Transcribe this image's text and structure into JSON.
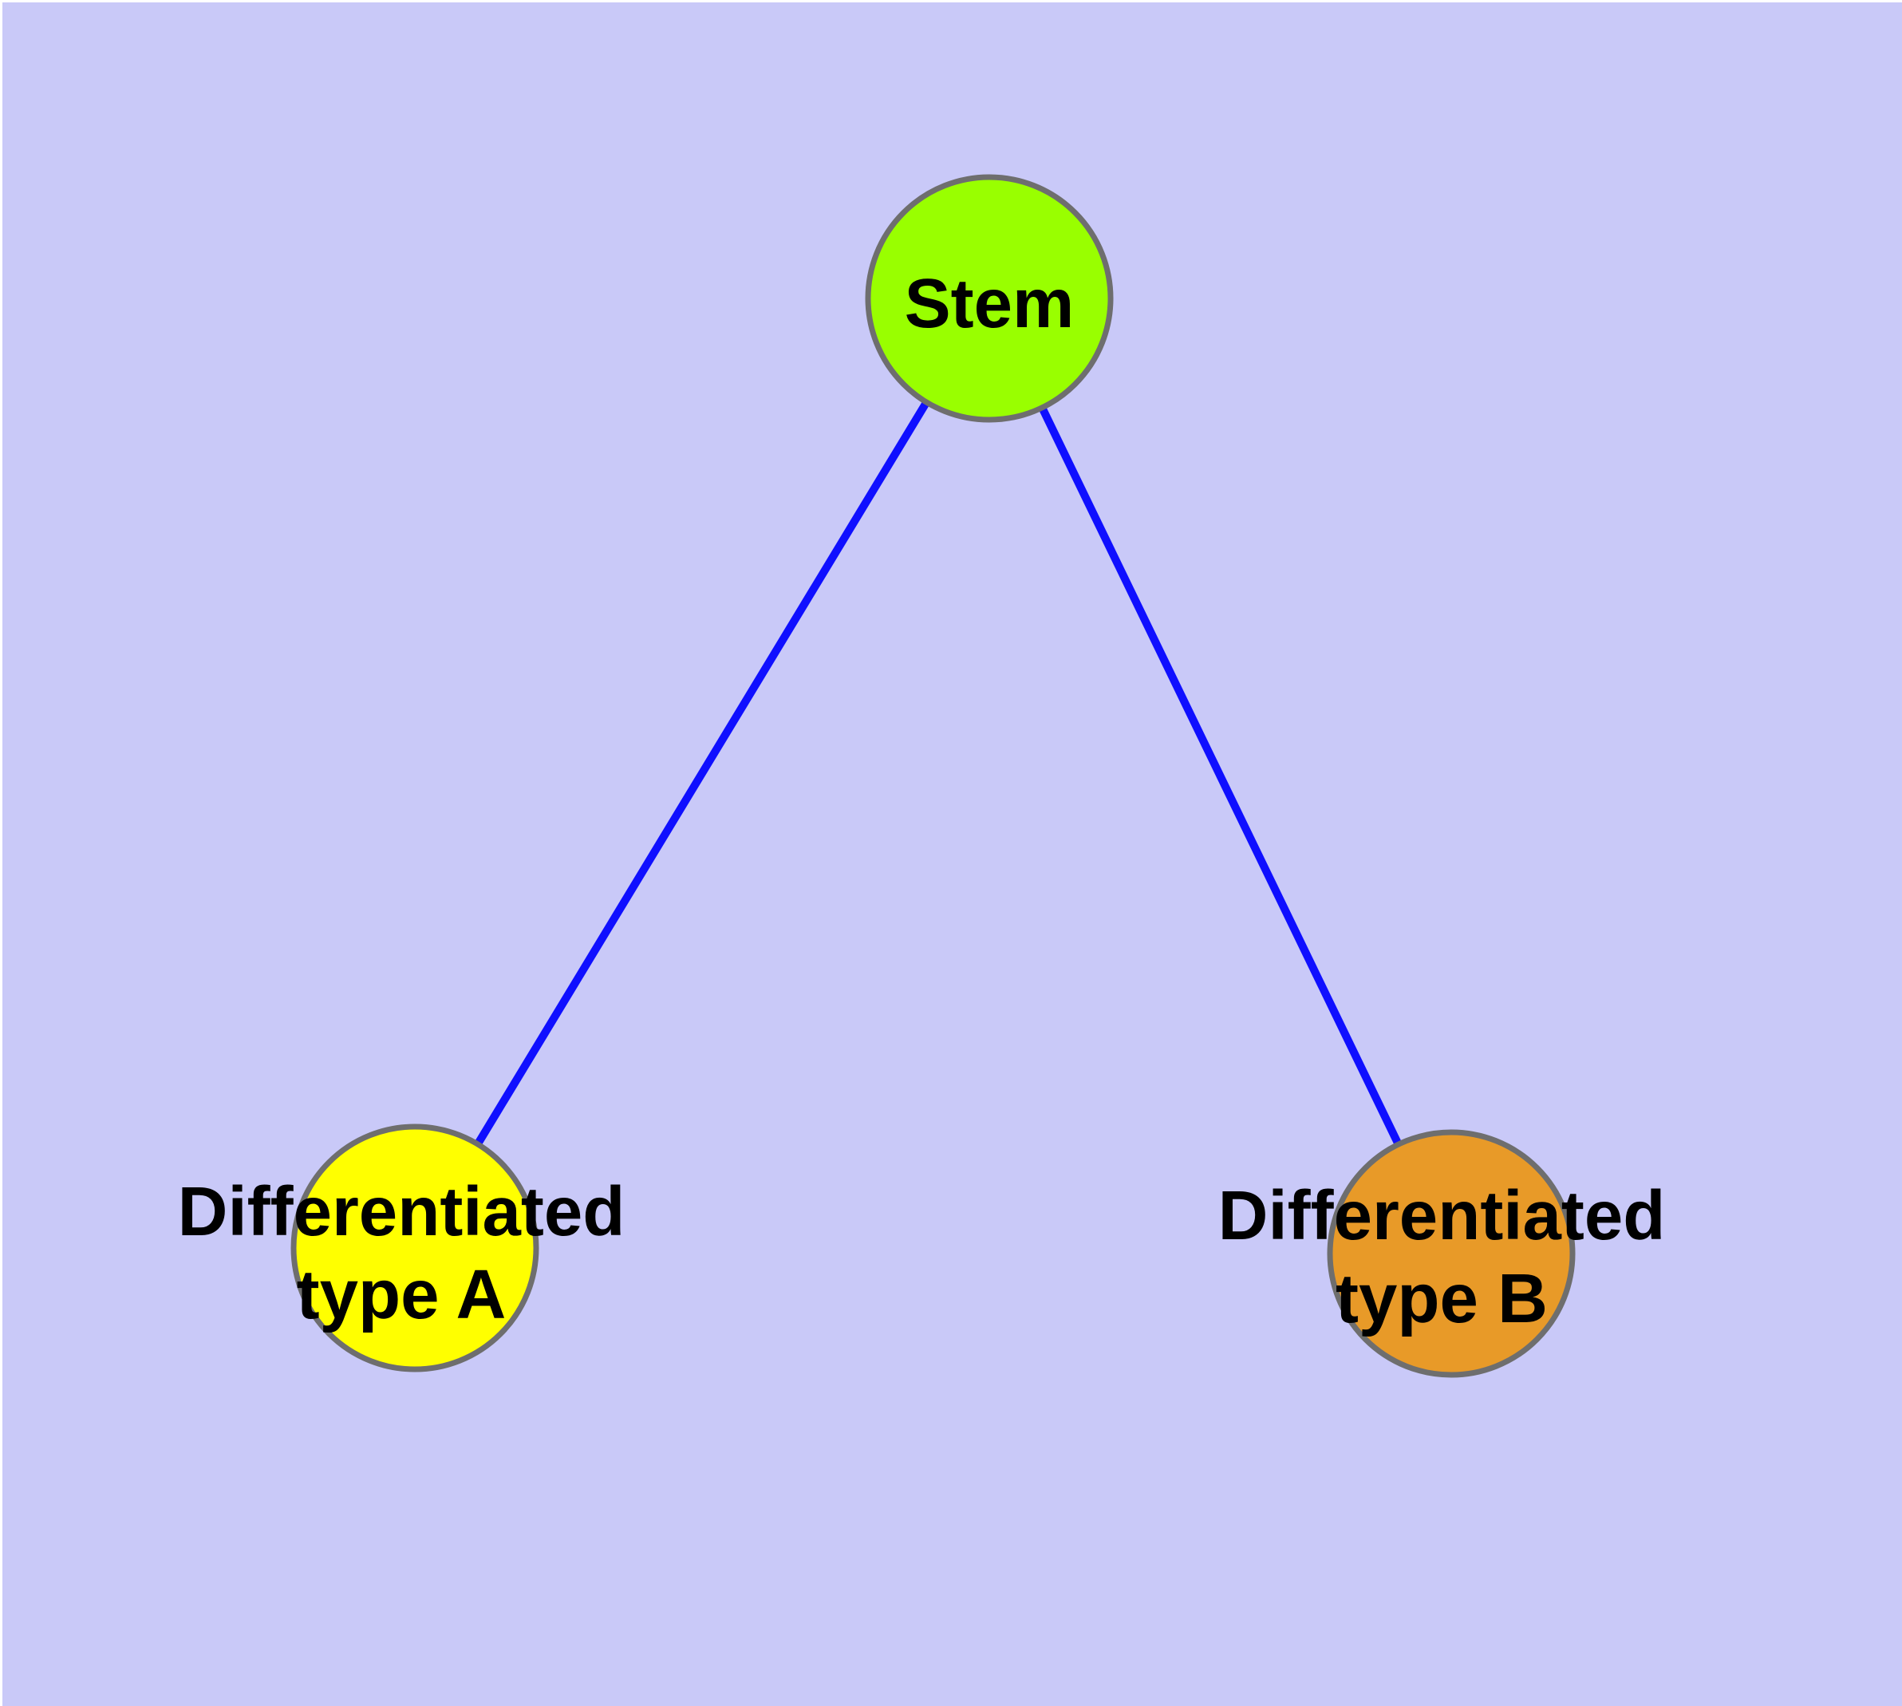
{
  "diagram": {
    "background_color": "#C9C9F8",
    "edge_color": "#0F0FFF",
    "node_border_color": "#6E6E6E",
    "label_color": "#000000",
    "nodes": [
      {
        "id": "stem",
        "label_lines": [
          "Stem"
        ],
        "fill": "#99FF00"
      },
      {
        "id": "differentiated-type-a",
        "label_lines": [
          "Differentiated",
          "type A"
        ],
        "fill": "#FFFF00"
      },
      {
        "id": "differentiated-type-b",
        "label_lines": [
          "Differentiated",
          "type B"
        ],
        "fill": "#E89A28"
      }
    ],
    "edges": [
      {
        "from": "stem",
        "to": "differentiated-type-a"
      },
      {
        "from": "stem",
        "to": "differentiated-type-b"
      }
    ]
  }
}
